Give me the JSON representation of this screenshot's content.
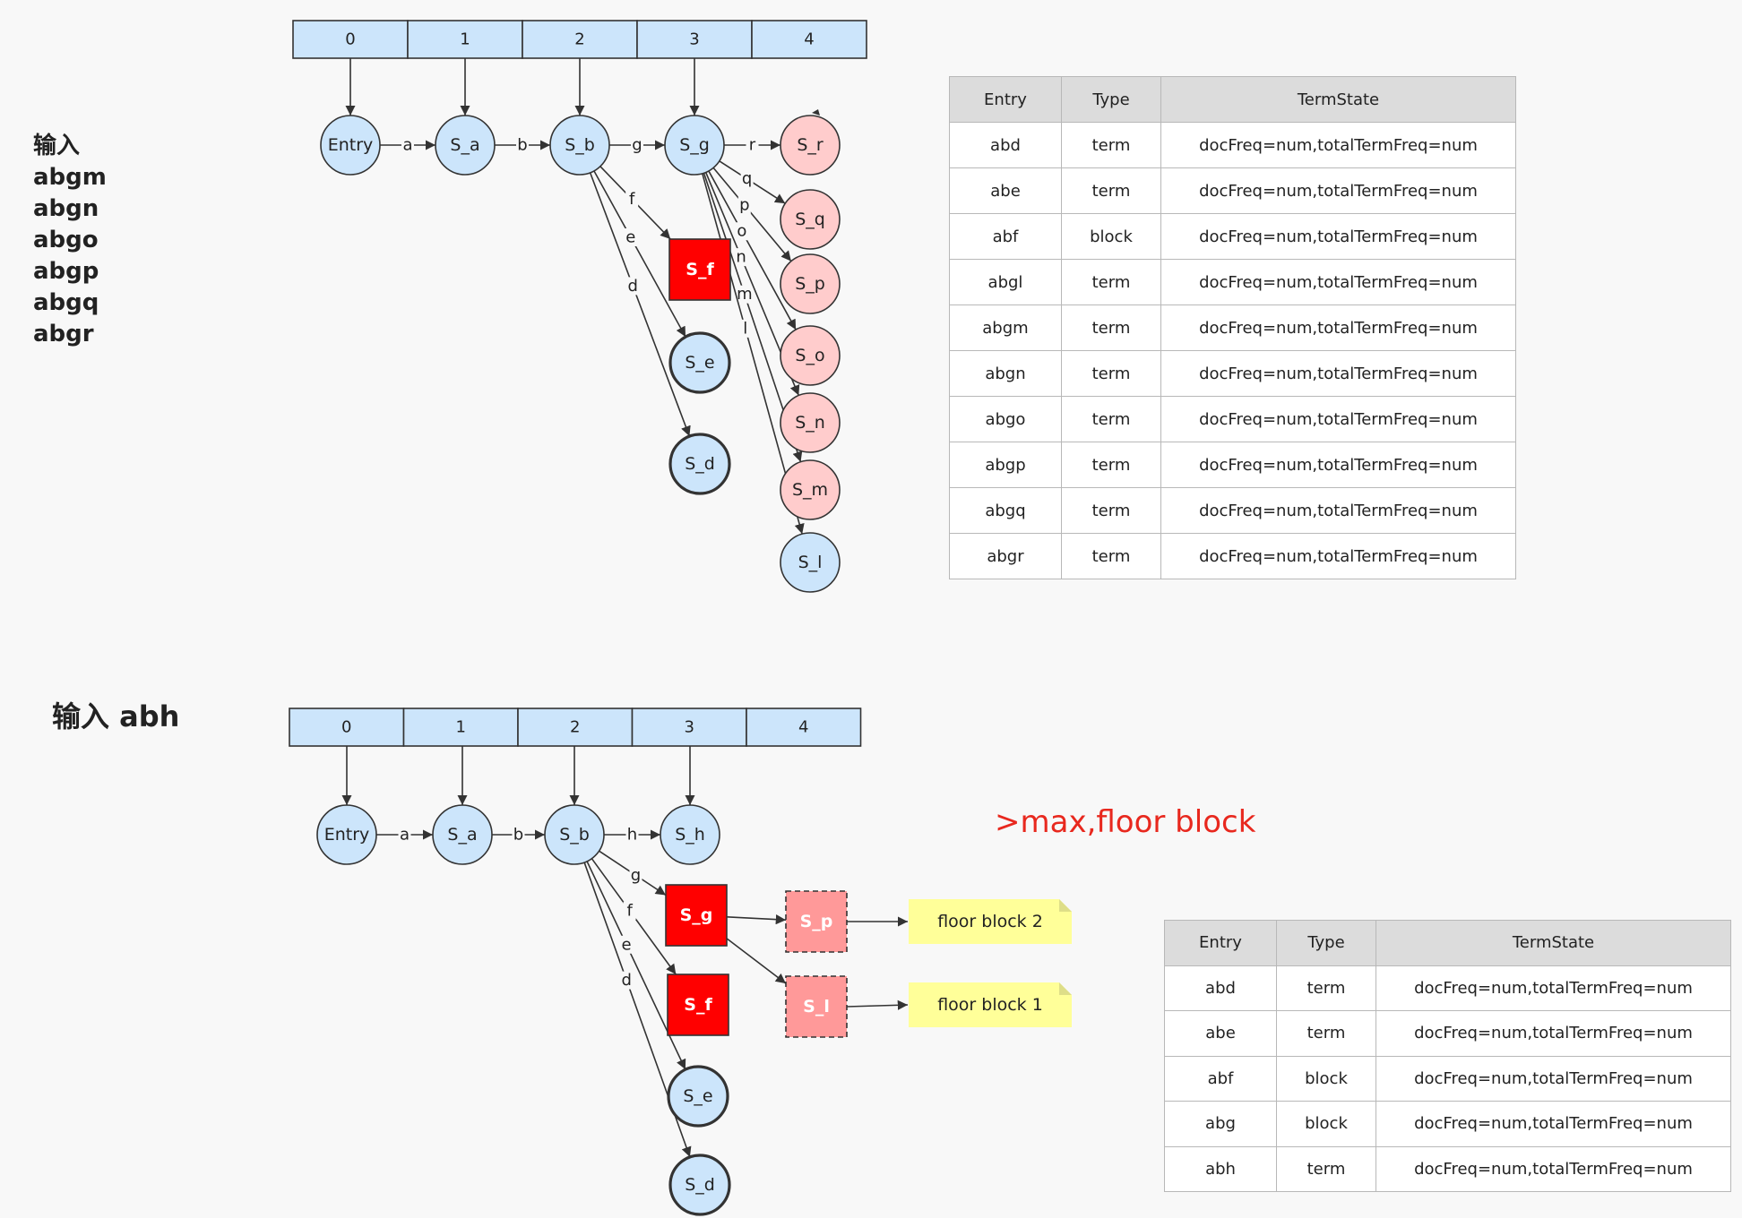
{
  "top": {
    "input_lines": [
      "输入",
      "abgm",
      "abgn",
      "abgo",
      "abgp",
      "abgq",
      "abgr"
    ],
    "array_cells": [
      "0",
      "1",
      "2",
      "3",
      "4"
    ],
    "nodes": {
      "entry": "Entry",
      "sa": "S_a",
      "sb": "S_b",
      "sg": "S_g",
      "sr": "S_r",
      "sq": "S_q",
      "sp": "S_p",
      "so": "S_o",
      "sn": "S_n",
      "sm": "S_m",
      "sl": "S_l",
      "sf": "S_f",
      "se": "S_e",
      "sd": "S_d"
    },
    "edge_labels": {
      "a": "a",
      "b": "b",
      "g": "g",
      "r": "r",
      "q": "q",
      "p": "p",
      "o": "o",
      "n": "n",
      "m": "m",
      "l": "l",
      "f": "f",
      "e": "e",
      "d": "d"
    },
    "table": {
      "headers": [
        "Entry",
        "Type",
        "TermState"
      ],
      "rows": [
        [
          "abd",
          "term",
          "docFreq=num,totalTermFreq=num"
        ],
        [
          "abe",
          "term",
          "docFreq=num,totalTermFreq=num"
        ],
        [
          "abf",
          "block",
          "docFreq=num,totalTermFreq=num"
        ],
        [
          "abgl",
          "term",
          "docFreq=num,totalTermFreq=num"
        ],
        [
          "abgm",
          "term",
          "docFreq=num,totalTermFreq=num"
        ],
        [
          "abgn",
          "term",
          "docFreq=num,totalTermFreq=num"
        ],
        [
          "abgo",
          "term",
          "docFreq=num,totalTermFreq=num"
        ],
        [
          "abgp",
          "term",
          "docFreq=num,totalTermFreq=num"
        ],
        [
          "abgq",
          "term",
          "docFreq=num,totalTermFreq=num"
        ],
        [
          "abgr",
          "term",
          "docFreq=num,totalTermFreq=num"
        ]
      ]
    }
  },
  "bottom": {
    "input_title": "输入 abh",
    "array_cells": [
      "0",
      "1",
      "2",
      "3",
      "4"
    ],
    "nodes": {
      "entry": "Entry",
      "sa": "S_a",
      "sb": "S_b",
      "sh": "S_h",
      "sg": "S_g",
      "sf": "S_f",
      "se": "S_e",
      "sd": "S_d",
      "sp": "S_p",
      "sl": "S_l"
    },
    "edge_labels": {
      "a": "a",
      "b": "b",
      "h": "h",
      "g": "g",
      "f": "f",
      "e": "e",
      "d": "d"
    },
    "notes": {
      "floor2": "floor block 2",
      "floor1": "floor block 1"
    },
    "annotation": ">max,floor block",
    "table": {
      "headers": [
        "Entry",
        "Type",
        "TermState"
      ],
      "rows": [
        [
          "abd",
          "term",
          "docFreq=num,totalTermFreq=num"
        ],
        [
          "abe",
          "term",
          "docFreq=num,totalTermFreq=num"
        ],
        [
          "abf",
          "block",
          "docFreq=num,totalTermFreq=num"
        ],
        [
          "abg",
          "block",
          "docFreq=num,totalTermFreq=num"
        ],
        [
          "abh",
          "term",
          "docFreq=num,totalTermFreq=num"
        ]
      ]
    }
  },
  "colors": {
    "blue_node": "#cce5fb",
    "pink_node": "#ffcccc",
    "red_block": "#ff0000",
    "block_dashed": "#ff9999",
    "note_yellow": "#ffff99",
    "annotation_red": "#e8281e"
  }
}
